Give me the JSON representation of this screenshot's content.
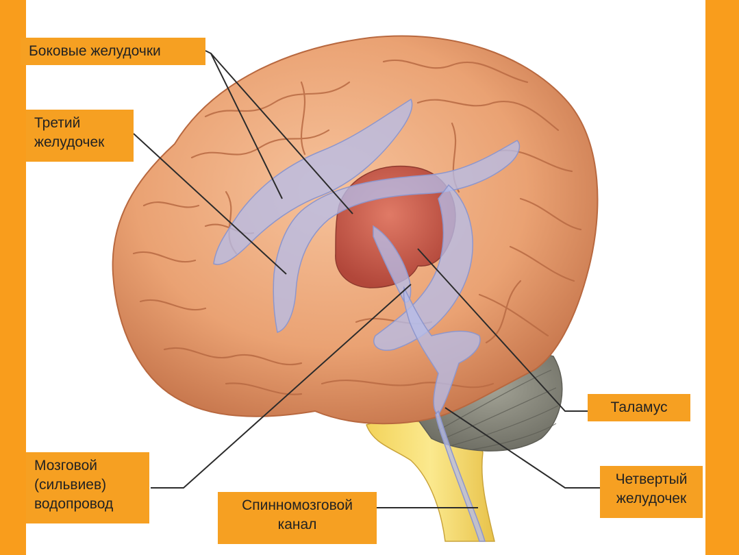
{
  "colors": {
    "frame": "#f99d1c",
    "label_bg": "#f6a022",
    "brain": "#eea579",
    "ventricles": "#b6bde8",
    "thalamus": "#c95a4a",
    "cerebellum": "#8a8a80",
    "spinal_cord": "#f6dc6a",
    "leader_line": "#2b2b2b"
  },
  "labels": {
    "lateral_ventricles": "Боковые желудочки",
    "third_ventricle": "Третий\nжелудочек",
    "thalamus": "Таламус",
    "cerebral_aqueduct": "Мозговой\n(сильвиев)\nводопровод",
    "spinal_canal": "Спинномозговой\nканал",
    "fourth_ventricle": "Четвертый\nжелудочек"
  }
}
